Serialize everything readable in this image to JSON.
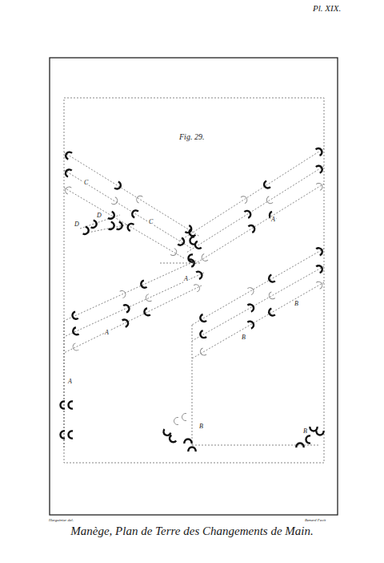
{
  "diagram": {
    "caption": "Manège, Plan de Terre des Changements de Main.",
    "labels": [
      "Pl. XIX.",
      "Fig. 29.",
      "C",
      "D",
      "D",
      "C",
      "A",
      "A",
      "A",
      "A",
      "B",
      "B",
      "B",
      "B",
      "Harguinier del.",
      "Benard Fecit"
    ]
  }
}
